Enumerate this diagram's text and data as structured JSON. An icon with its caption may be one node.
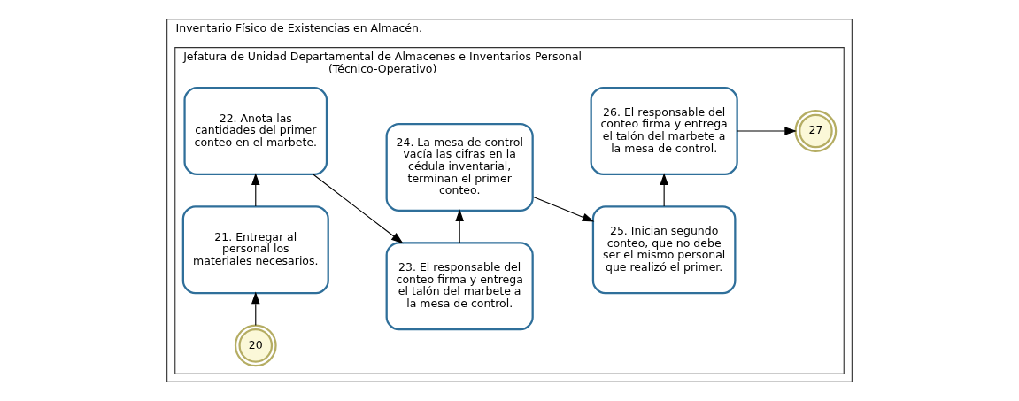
{
  "diagram": {
    "nodes": [
      {
        "text": [
          "Inventario Físico de Existencias en Almacén."
        ]
      },
      {
        "text": [
          "Jefatura de Unidad Departamental de Almacenes e Inventarios Personal (Técnico-Operativo)"
        ],
        "in": 0
      },
      {
        "text": [
          "20"
        ],
        "in": 1
      },
      {
        "text": [
          "21. Entregar al personal los materiales necesarios."
        ],
        "in": 1
      },
      {
        "text": [
          "22. Anota las cantidades del primer conteo en el marbete."
        ],
        "in": 1
      },
      {
        "text": [
          "23. El responsable del conteo firma y entrega el talón del marbete a la mesa de control."
        ],
        "in": 1
      },
      {
        "text": [
          "24. La mesa de control vacía las cifras en la cédula inventarial, terminan el primer conteo."
        ],
        "in": 1
      },
      {
        "text": [
          "25. Inician segundo conteo, que no debe ser el mismo personal que realizó el primer."
        ],
        "in": 1
      },
      {
        "text": [
          "26. El responsable del conteo firma y entrega el talón del marbete a la mesa de control."
        ],
        "in": 1
      },
      {
        "text": [
          "27"
        ],
        "in": 1
      }
    ],
    "edges": [
      {
        "from": 2,
        "to": 3,
        "arrow": "to"
      },
      {
        "from": 3,
        "to": 4,
        "arrow": "to"
      },
      {
        "from": 4,
        "to": 5,
        "arrow": "to"
      },
      {
        "from": 5,
        "to": 6,
        "arrow": "to"
      },
      {
        "from": 6,
        "to": 7,
        "arrow": "to"
      },
      {
        "from": 7,
        "to": 8,
        "arrow": "to"
      },
      {
        "from": 8,
        "to": 9,
        "arrow": "to"
      }
    ]
  }
}
